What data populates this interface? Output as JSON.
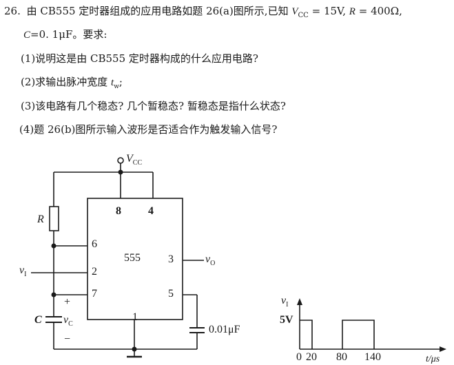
{
  "problem": {
    "number": "26.",
    "intro_line1": "由 CB555 定时器组成的应用电路如题 26(a)图所示,已知 ",
    "vcc_symbol": "V",
    "vcc_sub": "CC",
    "vcc_value": " = 15V, ",
    "r_symbol": "R",
    "r_value": " = 400Ω,",
    "intro_line2_c": "C",
    "intro_line2_rest": "=0. 1μF。要求:",
    "questions": [
      "(1)说明这是由 CB555 定时器构成的什么应用电路?",
      "(2)求输出脉冲宽度 ",
      "(3)该电路有几个稳态? 几个暂稳态? 暂稳态是指什么状态?",
      "(4)题 26(b)图所示输入波形是否适合作为触发输入信号?"
    ],
    "q2_symbol": "t",
    "q2_sub": "w",
    "q2_tail": ";"
  },
  "circuit": {
    "vcc_label": "V",
    "vcc_sub": "CC",
    "r_label": "R",
    "c_label": "C",
    "vc_label": "v",
    "vc_sub": "C",
    "plus": "+",
    "minus": "−",
    "vi_label": "v",
    "vi_sub": "I",
    "vo_label": "v",
    "vo_sub": "O",
    "chip_label": "555",
    "pins": {
      "p8": "8",
      "p4": "4",
      "p6": "6",
      "p2": "2",
      "p7": "7",
      "p3": "3",
      "p5": "5",
      "p1": "1"
    },
    "c5_value": "0.01μF"
  },
  "waveform": {
    "y_label": "v",
    "y_sub": "I",
    "level_label": "5V",
    "x_ticks": [
      "0",
      "20",
      "80",
      "140"
    ],
    "x_label": "t/μs"
  },
  "chart_data": {
    "type": "line",
    "title": "",
    "xlabel": "t/μs",
    "ylabel": "vI",
    "x": [
      0,
      0,
      20,
      20,
      80,
      80,
      140,
      140,
      200
    ],
    "y": [
      0,
      5,
      5,
      0,
      0,
      5,
      5,
      0,
      0
    ],
    "x_ticks": [
      0,
      20,
      80,
      140
    ],
    "y_ticks": [
      "5V"
    ],
    "grid": false
  }
}
